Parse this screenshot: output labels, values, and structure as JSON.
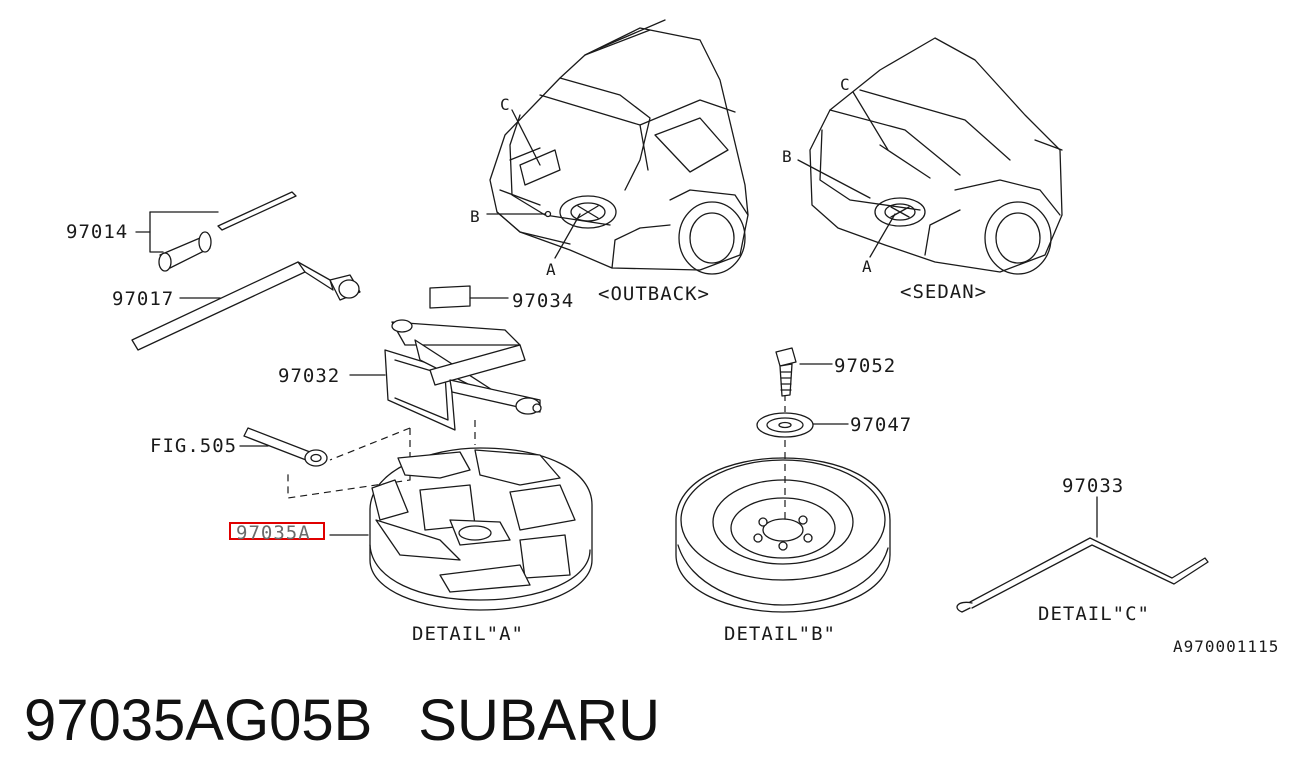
{
  "diagram": {
    "callouts": {
      "part_97014": "97014",
      "part_97017": "97017",
      "part_97034": "97034",
      "part_97032": "97032",
      "fig_505": "FIG.505",
      "part_97035a": "97035A",
      "part_97052": "97052",
      "part_97047": "97047",
      "part_97033": "97033"
    },
    "view_letters": {
      "a": "A",
      "b": "B",
      "c": "C"
    },
    "view_titles": {
      "outback": "<OUTBACK>",
      "sedan": "<SEDAN>"
    },
    "details": {
      "a": "DETAIL\"A\"",
      "b": "DETAIL\"B\"",
      "c": "DETAIL\"C\""
    },
    "reference_code": "A970001115",
    "highlight_color": "#e00000"
  },
  "caption": {
    "part_number": "97035AG05B",
    "brand": "SUBARU"
  }
}
